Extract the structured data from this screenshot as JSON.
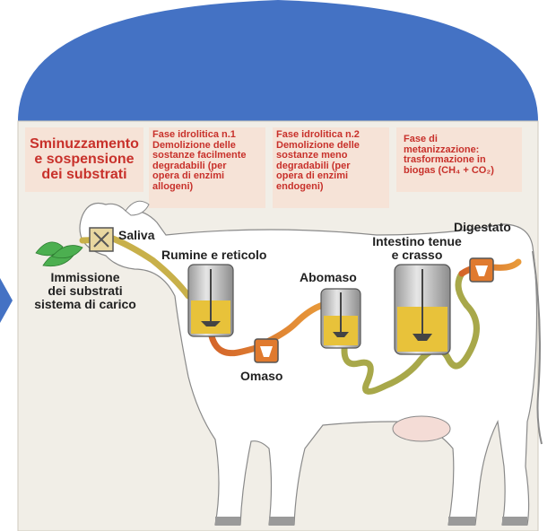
{
  "headers": [
    {
      "lines": [
        "Sminuzzamento",
        "e sospensione",
        "dei substrati"
      ]
    },
    {
      "title": "Fase idrolitica n.1",
      "lines": [
        "Demolizione delle",
        "sostanze facilmente",
        "degradabili (per",
        "opera di enzimi",
        "allogeni)"
      ]
    },
    {
      "title": "Fase idrolitica n.2",
      "lines": [
        "Demolizione delle",
        "sostanze meno",
        "degradabili (per",
        "opera di enzimi",
        "endogeni)"
      ]
    },
    {
      "title": "Fase di",
      "lines": [
        "metanizzazione:",
        "trasformazione in",
        "biogas (CH₄ + CO₂)"
      ]
    }
  ],
  "labels": {
    "saliva": "Saliva",
    "rumine": "Rumine e reticolo",
    "abomaso": "Abomaso",
    "omaso": "Omaso",
    "intestino_1": "Intestino tenue",
    "intestino_2": "e crasso",
    "digestato": "Digestato",
    "immissione": [
      "Immissione",
      "dei substrati",
      "sistema di carico"
    ]
  },
  "colors": {
    "dome": "#4472c4",
    "header_text": "#c8312b",
    "header_bg": "#f6e3d7",
    "panel_bg": "#f1eee7",
    "cow_body": "#ffffff",
    "tube_orange": "#e07a2e",
    "tube_green": "#a8a84a",
    "tank_fill": "#e8c23a",
    "pump_box": "#e07a2e",
    "arrow": "#4472c4"
  }
}
